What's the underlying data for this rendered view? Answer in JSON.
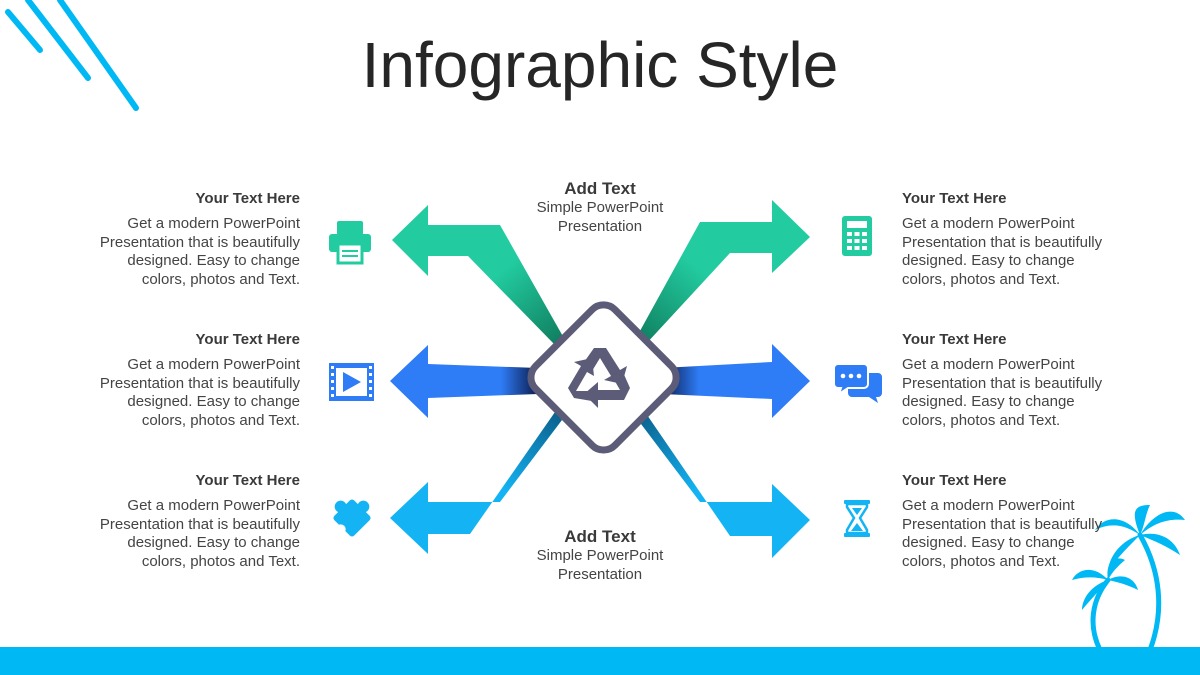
{
  "title": "Infographic Style",
  "colors": {
    "green": "#22ccA0",
    "blue": "#2e7cf6",
    "cyan": "#14b4f4",
    "accent": "#00b8f4",
    "center_border": "#5c5c78",
    "icon_dark": "#5c5c78"
  },
  "center": {
    "icon": "recycle-icon",
    "top": {
      "heading": "Add Text",
      "line1": "Simple PowerPoint",
      "line2": "Presentation"
    },
    "bottom": {
      "heading": "Add Text",
      "line1": "Simple PowerPoint",
      "line2": "Presentation"
    }
  },
  "left_items": [
    {
      "heading": "Your Text  Here",
      "text": [
        "Get a modern PowerPoint",
        "Presentation that is beautifully",
        "designed. Easy to change",
        "colors, photos and Text."
      ],
      "icon": "printer-icon"
    },
    {
      "heading": "Your Text  Here",
      "text": [
        "Get a modern PowerPoint",
        "Presentation that is beautifully",
        "designed. Easy to change",
        "colors, photos and Text."
      ],
      "icon": "video-icon"
    },
    {
      "heading": "Your Text  Here",
      "text": [
        "Get a modern PowerPoint",
        "Presentation that is beautifully",
        "designed. Easy to change",
        "colors, photos and Text."
      ],
      "icon": "puzzle-icon"
    }
  ],
  "right_items": [
    {
      "heading": "Your Text  Here",
      "text": [
        "Get a modern PowerPoint",
        "Presentation that is beautifully",
        "designed. Easy to change",
        "colors, photos and Text."
      ],
      "icon": "calculator-icon"
    },
    {
      "heading": "Your Text  Here",
      "text": [
        "Get a modern PowerPoint",
        "Presentation that is beautifully",
        "designed. Easy to change",
        "colors, photos and Text."
      ],
      "icon": "chat-icon"
    },
    {
      "heading": "Your Text  Here",
      "text": [
        "Get a modern PowerPoint",
        "Presentation that is beautifully",
        "designed. Easy to change",
        "colors, photos and Text."
      ],
      "icon": "hourglass-icon"
    }
  ]
}
